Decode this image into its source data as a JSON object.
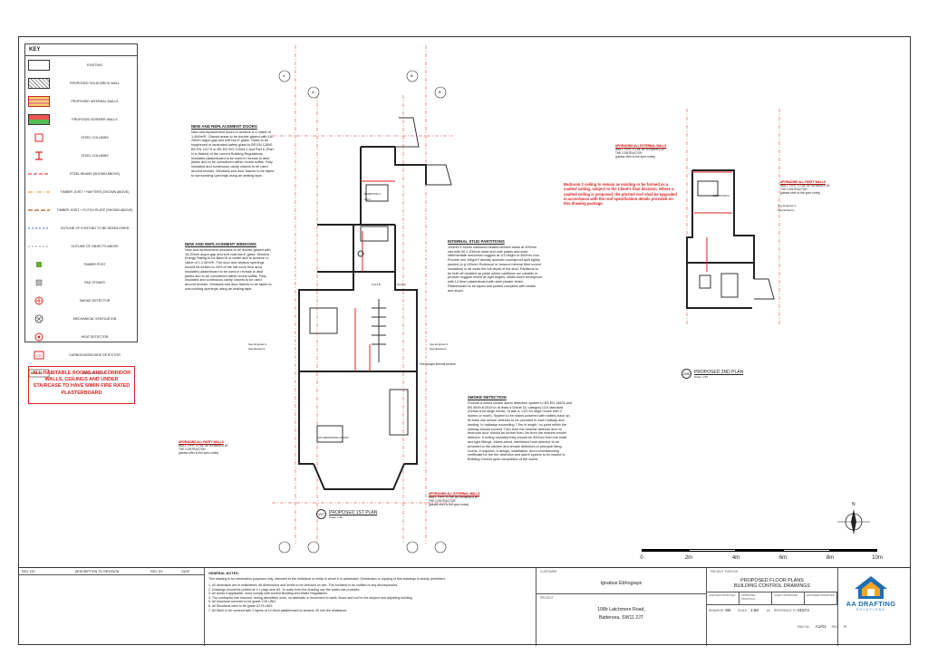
{
  "key": {
    "title": "KEY",
    "items": [
      {
        "label": "EXISTING",
        "icon": "existing-wall-swatch"
      },
      {
        "label": "PROPOSED SOLID BRICK WALL",
        "icon": "hatched-wall-swatch"
      },
      {
        "label": "PROPOSED INTERNAL WALLS",
        "icon": "internal-wall-swatch"
      },
      {
        "label": "PROPOSED DORMER WALLS",
        "icon": "dormer-wall-swatch"
      },
      {
        "label": "STEEL COLUMNS",
        "icon": "steel-column-square"
      },
      {
        "label": "STEEL COLUMNS",
        "icon": "steel-column-i"
      },
      {
        "label": "STEEL BEAMS (SHOWN ABOVE)",
        "icon": "steel-beam-line"
      },
      {
        "label": "TIMBER JOIST + RAFTERS (SHOWN ABOVE)",
        "icon": "timber-joist-line"
      },
      {
        "label": "TIMBER JOIST + FLITCH PLATE (SHOWN ABOVE)",
        "icon": "flitch-plate-line"
      },
      {
        "label": "OUTLINE OF EXISTING TO BE DEMOLISHED",
        "icon": "demolish-outline"
      },
      {
        "label": "OUTLINE OF OBJECTS ABOVE",
        "icon": "objects-above-outline"
      },
      {
        "label": "TIMBER POST",
        "icon": "timber-post-square"
      },
      {
        "label": "PAD STONES",
        "icon": "pad-stone-square"
      },
      {
        "label": "SMOKE DETECTOR",
        "icon": "smoke-detector-symbol"
      },
      {
        "label": "MECHANICAL VENTILATION",
        "icon": "ventilation-symbol"
      },
      {
        "label": "HEAT DETECTOR",
        "icon": "heat-detector-symbol"
      },
      {
        "label": "CARBON MONOXIDE DETECTOR",
        "icon": "co-detector-symbol"
      },
      {
        "label": "BOILER + FLUE",
        "icon": "boiler-symbol",
        "left": "BOILER"
      }
    ]
  },
  "warning": "ALL HABITABLE ROOMS AND CORRIDOR WALLS, CEILINGS AND UNDER STAIRCASE TO HAVE 60MIN FIRE RATED PLASTERBOARD",
  "notes": {
    "doors": {
      "title": "NEW AND REPLACEMENT DOORS",
      "body": "New and replacement doors to achieve a U-Value of 1.4W/m²K. Glazed areas to be double glazed with 16-20mm argon gap and soft low-E glass. Glass to be toughened or laminated safety glass to BS EN 12600, BS EN 14179 or BS EN ISO 12543-1 and Part K (Part N in Wales) of the current Building Regulations. Insulated plasterboard to be used in reveals to abut jambs and to be considered within reveal soffits. Fully insulated and continuous cavity closers to be used around reveals. Windows and door frames to be taped to surrounding openings using air sealing tape."
    },
    "windows": {
      "title": "NEW AND REPLACEMENT WINDOWS",
      "body": "New and replacement windows to be double glazed with 16-20mm argon gap and soft coat low-E glass. Window Energy Rating to be Band B or better and to achieve U-Value of 1.4 W/m²K. The door and window openings should be limited to 25% of the loft room floor area. Insulated plasterboard to be used in reveals to abut jambs and to be considered within reveal soffits. Fully insulated and continuous cavity closers to be used around reveals. Windows and door frames to be taped to surrounding openings using air sealing tape."
    },
    "stud": {
      "title": "INTERNAL STUD PARTITIONS",
      "body": "100mm x 50mm softwood treated timbers studs at 400mm ctrs with 50 x 100mm head and sole plates and solid intermediate horizontal noggins at 1/3 height or 450mm c/cs. Provide min 10kg/m³ density acoustic soundproof quilt tightly packed (e.g 100mm Rockwool or Isowool mineral fibre sound insulation) in all voids the full depth of the stud. Partitions to be built off doubled up joists where partitions run parallel or provide noggins where at right angles. Walls faced throughout with 12.5mm plasterboard with skim plaster finish. Plasterboard to be taped and jointed complete with beads and stops."
    },
    "smoke": {
      "title": "SMOKE DETECTION",
      "body": "Provide a linked smoke alarm detection system to BS EN 14604 and BS 5839-6:2019 to at least a Grade D2 category LD3 standard (Grade A for large house, Grade A, LD2 for large house with 3 stories or more). System to be mains powered with battery back up. At least one smoke detector to be provided in each hallway and landing. In hallways exceeding 7.5m in length, no point within the hallway should exceed 7.5m from the nearest detector and no bedroom door should be further than 3m from the nearest smoke detector. If ceiling mounted they should be 300mm from the walls and light fittings. Mains-wired, interlinked heat detector to be provided to the kitchen and smoke detectors to principal living rooms, if required. A design, installation, and commissioning certificate for the fire detection and alarm system to be issued to Building Control upon completion of the works."
    }
  },
  "red_notes": [
    {
      "title": "UPGRADING ALL PARTY WALLS",
      "l1": "WALL TYPE TO BE DETERMINED BY",
      "l2": "THE CONTRACTOR",
      "l3": "(please refer to the spec notes)"
    },
    {
      "title": "UPGRADING ALL EXTERNAL WALLS",
      "l1": "WALL TYPE TO BE DETERMINED BY",
      "l2": "THE CONTRACTOR",
      "l3": "(please refer to the spec notes)"
    },
    {
      "title": "UPGRADING ALL EXTERNAL WALLS",
      "l1": "WALL TYPE TO BE DETERMINED BY",
      "l2": "THE CONTRACTOR",
      "l3": "(please refer to the spec notes)"
    },
    {
      "title": "UPGRADING ALL PARTY WALLS",
      "l1": "WALL TYPE TO BE DETERMINED BY",
      "l2": "THE CONTRACTOR",
      "l3": "(please refer to the spec notes)"
    }
  ],
  "ceiling_note": "Bedroom 2 ceiling to remain as existing or be formed as a vaulted ceiling, subject to the Client's final decision. Where a vaulted ceiling is proposed, the pitched roof shall be upgraded in accordance with the roof specification details provided on this drawing package.",
  "plan_text": {
    "bedroom1": "BEDROOM 1",
    "bedroom2": "BEDROOM 2",
    "flat_b": "FLAT B",
    "flat_c": "FLAT C",
    "kitchen": "KITCHEN/DINING ROOM",
    "bedroom1_area": "18m²",
    "fire_window": "Fire-escape internal window",
    "eng_spec": "See Engineer's Specifications"
  },
  "plans": [
    {
      "num": "1ST",
      "title": "PROPOSED 1ST PLAN",
      "scale": "Scale: 1:50"
    },
    {
      "num": "2ND",
      "title": "PROPOSED 2ND PLAN",
      "scale": "Scale: 1:50"
    }
  ],
  "sections": [
    "A",
    "A",
    "B",
    "B"
  ],
  "compass": "N",
  "scale_bar": {
    "ticks": [
      "0",
      "2m",
      "4m",
      "6m",
      "8m",
      "10m"
    ]
  },
  "title_block": {
    "rev_headers": {
      "rev": "REV. NO.",
      "desc": "DESCRIPTION TO REVISION",
      "by": "REV. BY",
      "date": "DATE"
    },
    "general_notes_title": "GENERAL NOTES:",
    "general_notes_intro": "This drawing is for information purposes only. Intended to the individual or entity to whom it is addressed. Distribution or copying of this drawings is strictly prohibited.",
    "general_notes": [
      "1.  All dimension are in millimeters. All dimensions and levels to be checked on site. The Architect is be notified of any discrepancies.",
      "2.  Drawings should be printed at 1:1 page size A3. To scale from the drawing use the scaler bar provided.",
      "3.  All works if applicable, must comply with current Building and Water Regulations.",
      "4.  The contractor has ensured, during demolition work, no sidewalk or movement to walls, floors and roof to the subject and adjoining building.",
      "5.  All structural concrete to be grade C35 UNO.",
      "6.  All Structural steel to be grade S275 UNO.",
      "7.  All Steel to be covered with 2 layers of 12.5mm plasterboard to achieve 30 min fire resistance."
    ],
    "customer_label": "CUSTOMER",
    "customer": "Ignatius Ebhogiaye",
    "project_label": "PROJECT",
    "address1": "108b Latchmere Road,",
    "address2": "Battersea, SW11 2JT",
    "portion_label": "PROJECT PORTION",
    "portion1": "PROPOSED FLOOR PLANS",
    "portion2": "BUILDING CONTROL DRAWINGS",
    "approvals": [
      "CHECKED PROPOSAL",
      "APPROVED PROPOSAL",
      "CLIENT APPROVED",
      "ENGINEER APPROVED"
    ],
    "drawn_by_label": "DRAWN BY",
    "drawn_by": "SB",
    "scale_label": "SCALE",
    "scale": "1:50",
    "size": "A3",
    "ref_label": "REFERENCE TO",
    "ref": "01673",
    "dwg_label": "DWG No.",
    "dwg": "A1/01",
    "rev_label": "REV.",
    "rev": "A"
  },
  "logo": {
    "name": "AA DRAFTING",
    "sub": "SOLUTIONS"
  },
  "colors": {
    "red": "#d22222",
    "brand": "#1e6db5",
    "wall": "#333333"
  }
}
